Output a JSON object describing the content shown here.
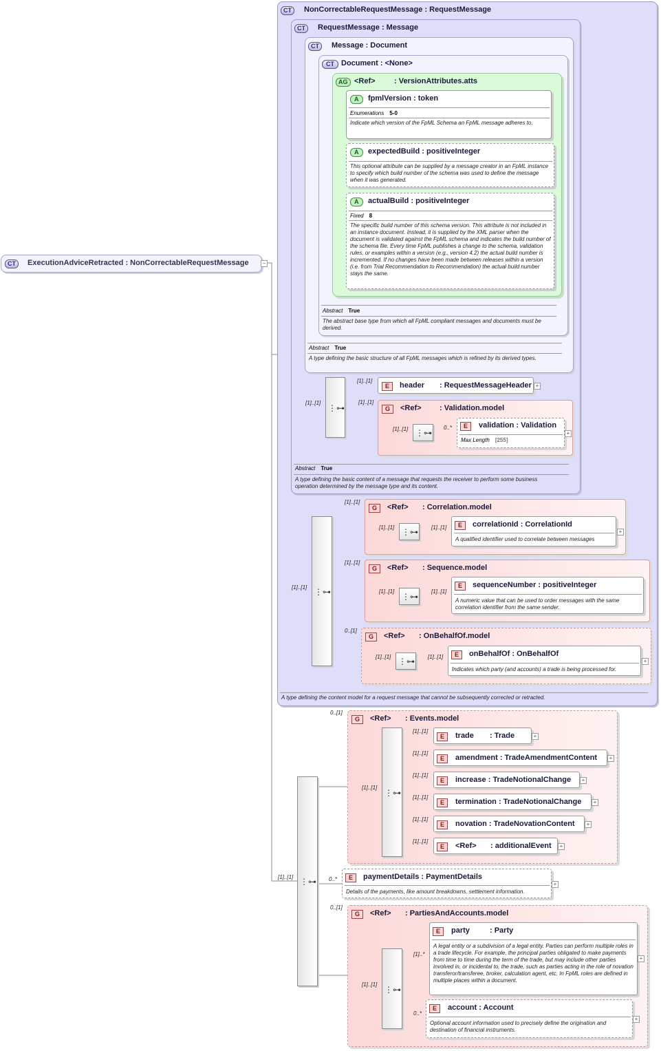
{
  "root": {
    "badge": "CT",
    "name": "ExecutionAdviceRetracted",
    "type": ": NonCorrectableRequestMessage"
  },
  "ct_ncrm": {
    "badge": "CT",
    "name": "NonCorrectableRequestMessage",
    "type": ": RequestMessage",
    "doc": "A type defining the content model for a request message that cannot be subsequently corrected or retracted."
  },
  "ct_rm": {
    "badge": "CT",
    "name": "RequestMessage",
    "type": ": Message",
    "abstract_label": "Abstract",
    "abstract_value": "True",
    "doc": "A type defining the basic content of a message that requests the receiver to perform some business operation determined by the message type and its content."
  },
  "ct_msg": {
    "badge": "CT",
    "name": "Message",
    "type": ": Document",
    "abstract_label": "Abstract",
    "abstract_value": "True",
    "doc": "A type defining the basic structure of all FpML messages which is refined by its derived types."
  },
  "ct_doc": {
    "badge": "CT",
    "name": "Document",
    "type": ": <None>",
    "abstract_label": "Abstract",
    "abstract_value": "True",
    "doc": "The abstract base type from which all FpML compliant messages and documents must be derived."
  },
  "ag": {
    "badge": "AG",
    "ref": "<Ref>",
    "name": ": VersionAttributes.atts"
  },
  "attr_fpml": {
    "badge": "A",
    "name": "fpmlVersion",
    "type": ": token",
    "prop_label": "Enumerations",
    "prop_value": "5-0",
    "doc": "Indicate which version of the FpML Schema an FpML message adheres to."
  },
  "attr_exp": {
    "badge": "A",
    "name": "expectedBuild",
    "type": ": positiveInteger",
    "doc": "This optional attribute can be supplied by a message creator in an FpML instance to specify which build number of the schema was used to define the message when it was generated."
  },
  "attr_act": {
    "badge": "A",
    "name": "actualBuild",
    "type": ": positiveInteger",
    "prop_label": "Fixed",
    "prop_value": "8",
    "doc": "The specific build number of this schema version. This attribute is not included in an instance document. Instead, it is supplied by the XML parser when the document is validated against the FpML schema and indicates the build number of the schema file. Every time FpML publishes a change to the schema, validation rules, or examples within a version (e.g., version 4.2) the actual build number is incremented. If no changes have been made between releases within a version (i.e. from Trial Recommendation to Recommendation) the actual build number stays the same."
  },
  "el_header": {
    "badge": "E",
    "name": "header",
    "type": ": RequestMessageHeader",
    "card": "[1]..[1]"
  },
  "grp_validation": {
    "badge": "G",
    "ref": "<Ref>",
    "name": ": Validation.model",
    "card": "[1]..[1]",
    "seq_card": "[1]..[1]"
  },
  "el_validation": {
    "badge": "E",
    "name": "validation",
    "type": ": Validation",
    "card": "0..*",
    "prop_label": "Max Length",
    "prop_value": "[255]"
  },
  "seq_rm_card": "[1]..[1]",
  "grp_corr": {
    "badge": "G",
    "ref": "<Ref>",
    "name": ": Correlation.model",
    "card": "[1]..[1]",
    "seq_card": "[1]..[1]"
  },
  "el_corr": {
    "badge": "E",
    "name": "correlationId",
    "type": ": CorrelationId",
    "card": "[1]..[1]",
    "doc": "A qualified identifier used to correlate between messages"
  },
  "grp_seq": {
    "badge": "G",
    "ref": "<Ref>",
    "name": ": Sequence.model",
    "card": "[1]..[1]",
    "seq_card": "[1]..[1]"
  },
  "el_seqnum": {
    "badge": "E",
    "name": "sequenceNumber",
    "type": ": positiveInteger",
    "card": "[1]..[1]",
    "doc": "A numeric value that can be used to order messages with the same correlation identifier from the same sender."
  },
  "grp_obo": {
    "badge": "G",
    "ref": "<Ref>",
    "name": ": OnBehalfOf.model",
    "card": "0..[1]",
    "seq_card": "[1]..[1]"
  },
  "el_obo": {
    "badge": "E",
    "name": "onBehalfOf",
    "type": ": OnBehalfOf",
    "card": "[1]..[1]",
    "doc": "Indicates which party (and accounts) a trade is being processed for."
  },
  "seq_ncrm_card": "[1]..[1]",
  "grp_events": {
    "badge": "G",
    "ref": "<Ref>",
    "name": ": Events.model",
    "card": "0..[1]",
    "seq_card": "[1]..[1]",
    "items": [
      {
        "badge": "E",
        "name": "trade",
        "type": ": Trade",
        "card": "[1]..[1]"
      },
      {
        "badge": "E",
        "name": "amendment",
        "type": ": TradeAmendmentContent",
        "card": "[1]..[1]"
      },
      {
        "badge": "E",
        "name": "increase",
        "type": ": TradeNotionalChange",
        "card": "[1]..[1]"
      },
      {
        "badge": "E",
        "name": "termination",
        "type": ": TradeNotionalChange",
        "card": "[1]..[1]"
      },
      {
        "badge": "E",
        "name": "novation",
        "type": ": TradeNovationContent",
        "card": "[1]..[1]"
      },
      {
        "badge": "E",
        "name": "<Ref>",
        "type": ": additionalEvent",
        "card": "[1]..[1]"
      }
    ]
  },
  "el_payment": {
    "badge": "E",
    "name": "paymentDetails",
    "type": ": PaymentDetails",
    "card": "0..*",
    "doc": "Details of the payments, like amount breakdowns, settlement information."
  },
  "grp_parties": {
    "badge": "G",
    "ref": "<Ref>",
    "name": ": PartiesAndAccounts.model",
    "card": "0..[1]",
    "seq_card": "[1]..[1]"
  },
  "el_party": {
    "badge": "E",
    "name": "party",
    "type": ": Party",
    "card": "[1]..*",
    "doc": "A legal entity or a subdivision of a legal entity. Parties can perform multiple roles in a trade lifecycle. For example, the principal parties obligated to make payments from time to time during the term of the trade, but may include other parties involved in, or incidental to, the trade, such as parties acting in the role of novation transferor/transferee, broker, calculation agent, etc. In FpML roles are defined in multiple places within a document."
  },
  "el_account": {
    "badge": "E",
    "name": "account",
    "type": ": Account",
    "card": "0..*",
    "doc": "Optional account information used to precisely define the origination and destination of financial instruments."
  },
  "seq_root_card": "[1]..[1]",
  "colors": {
    "ct_fill": "#dedefa",
    "ag_fill": "#d9fbd9",
    "group_fill": "#fcd8d8",
    "line": "#8a8a9a"
  }
}
